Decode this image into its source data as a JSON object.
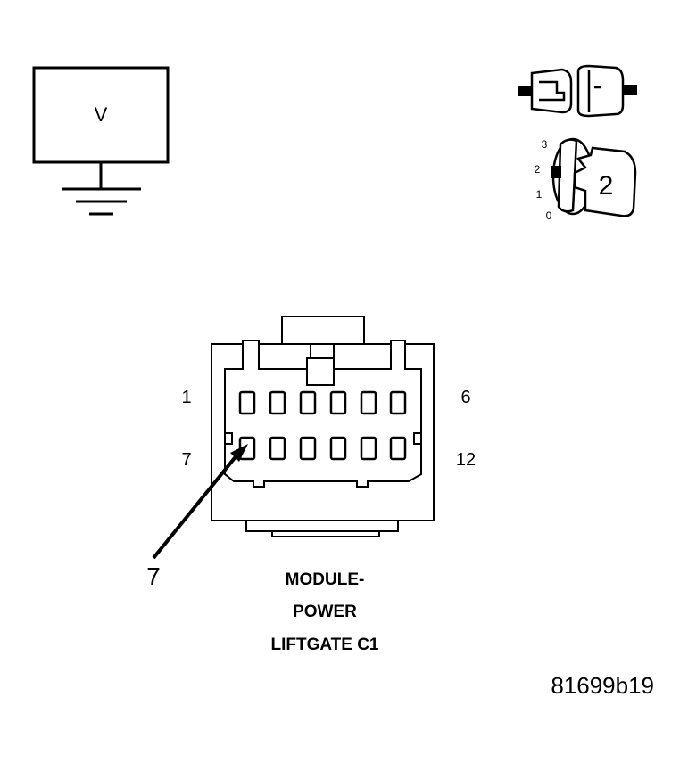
{
  "meter": {
    "label": "V"
  },
  "ignition_key": {
    "key_number": "2",
    "positions": [
      "3",
      "2",
      "1",
      "0"
    ]
  },
  "connector": {
    "pin_labels": {
      "top_left": "1",
      "top_right": "6",
      "bottom_left": "7",
      "bottom_right": "12"
    },
    "highlighted_pin": "7",
    "caption_lines": [
      "MODULE-",
      "POWER",
      "LIFTGATE C1"
    ]
  },
  "figure_id": "81699b19"
}
